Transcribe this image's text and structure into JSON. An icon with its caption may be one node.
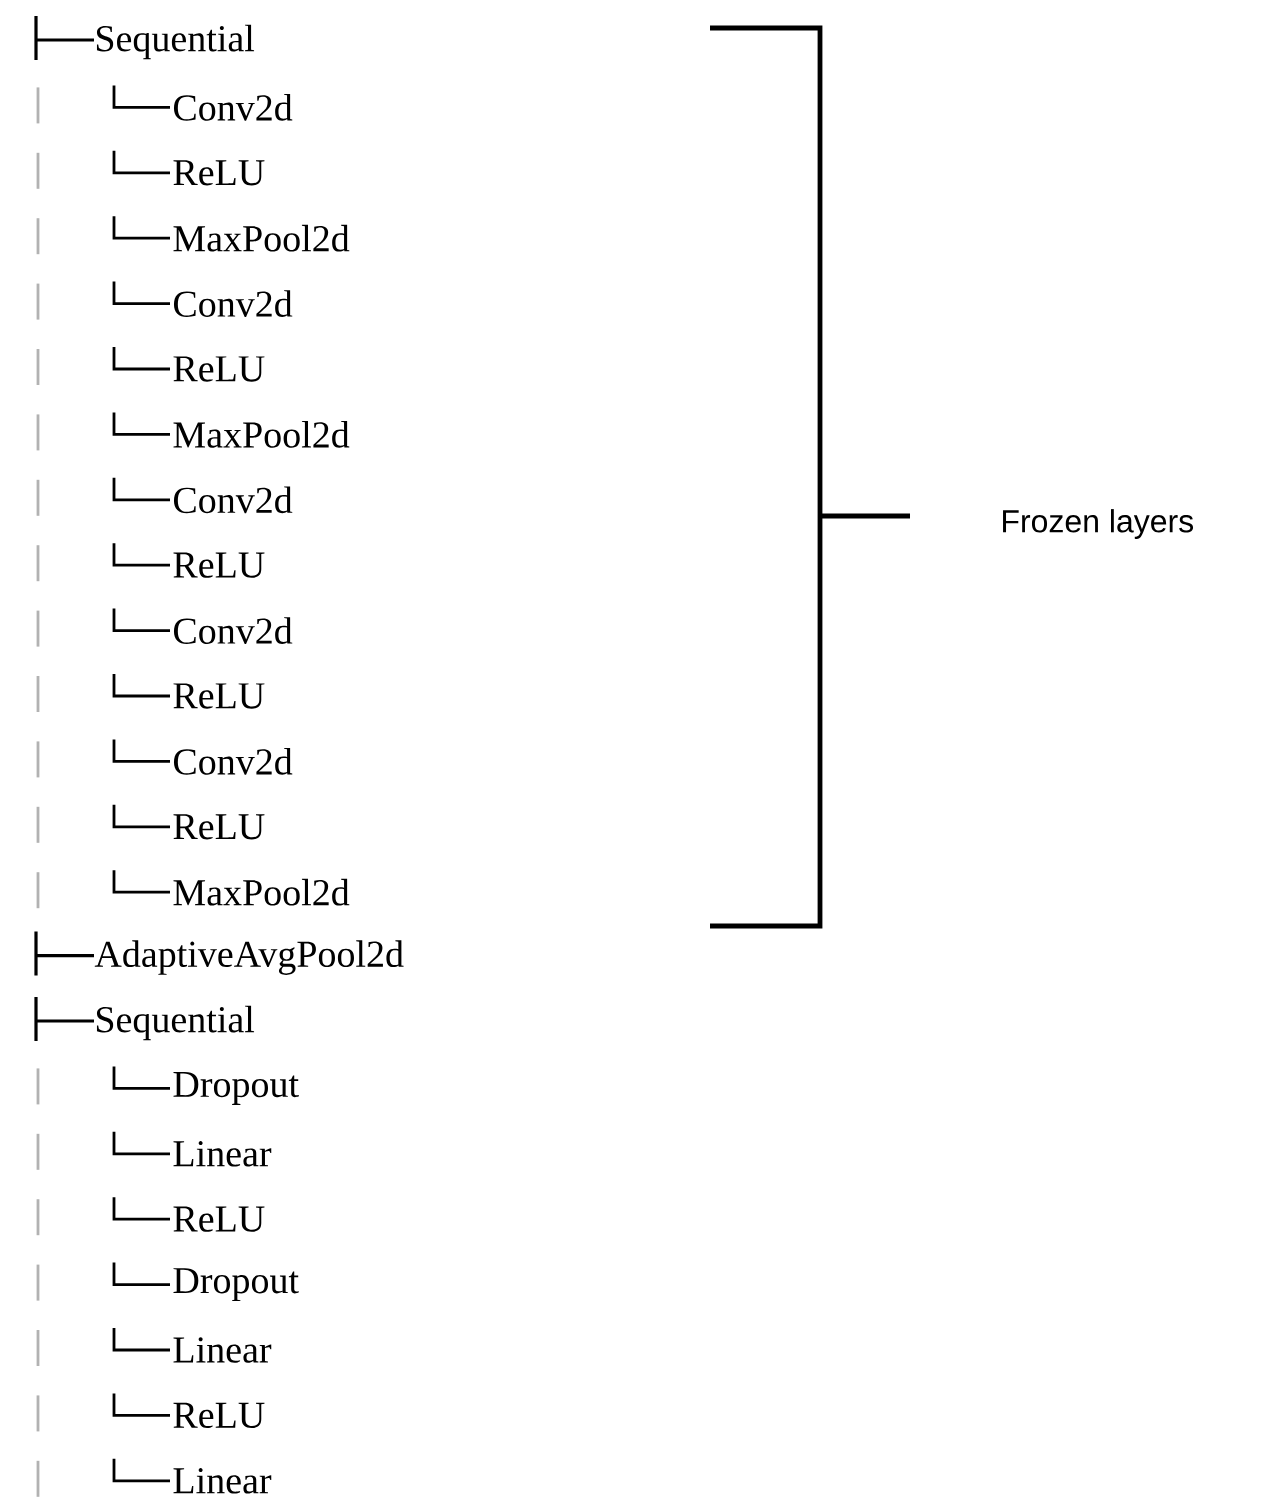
{
  "diagram": {
    "labels": [
      "Sequential",
      "Conv2d",
      "ReLU",
      "MaxPool2d",
      "Conv2d",
      "ReLU",
      "MaxPool2d",
      "Conv2d",
      "ReLU",
      "Conv2d",
      "ReLU",
      "Conv2d",
      "ReLU",
      "MaxPool2d",
      "AdaptiveAvgPool2d",
      "Sequential",
      "Dropout",
      "Linear",
      "ReLU",
      "Dropout",
      "Linear",
      "ReLU",
      "Linear",
      "Frozen layers"
    ]
  }
}
